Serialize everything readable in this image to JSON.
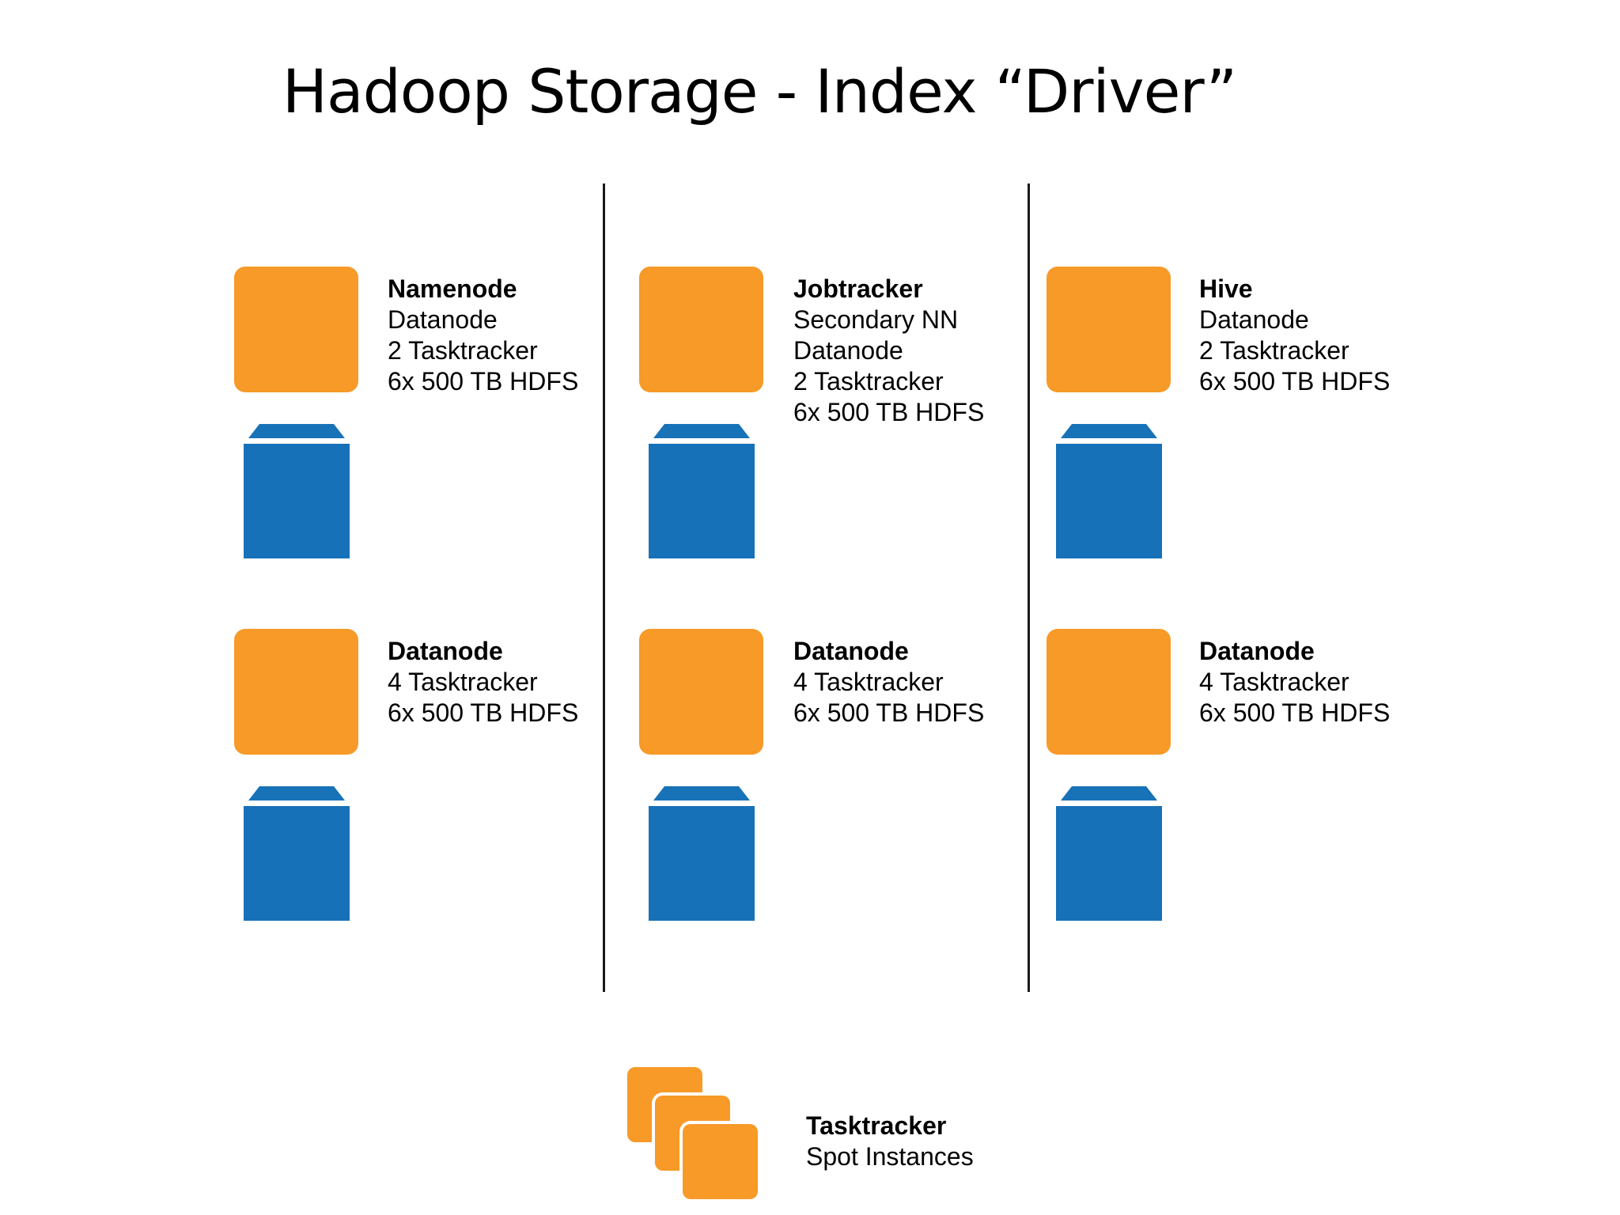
{
  "title": "Hadoop Storage - Index “Driver”",
  "colors": {
    "instance": "#f79a27",
    "volume": "#1771b8",
    "divider": "#1a1a1a"
  },
  "columns": [
    {
      "top": {
        "head": "Namenode",
        "lines": [
          "Datanode",
          "2 Tasktracker",
          "6x 500 TB HDFS"
        ]
      },
      "bottom": {
        "head": "Datanode",
        "lines": [
          "4 Tasktracker",
          "6x 500 TB HDFS"
        ]
      }
    },
    {
      "top": {
        "head": "Jobtracker",
        "lines": [
          "Secondary NN",
          "Datanode",
          "2 Tasktracker",
          "6x 500 TB HDFS"
        ]
      },
      "bottom": {
        "head": "Datanode",
        "lines": [
          "4 Tasktracker",
          "6x 500 TB HDFS"
        ]
      }
    },
    {
      "top": {
        "head": "Hive",
        "lines": [
          "Datanode",
          "2 Tasktracker",
          "6x 500 TB HDFS"
        ]
      },
      "bottom": {
        "head": "Datanode",
        "lines": [
          "4 Tasktracker",
          "6x 500 TB HDFS"
        ]
      }
    }
  ],
  "spot": {
    "head": "Tasktracker",
    "line": "Spot Instances"
  }
}
